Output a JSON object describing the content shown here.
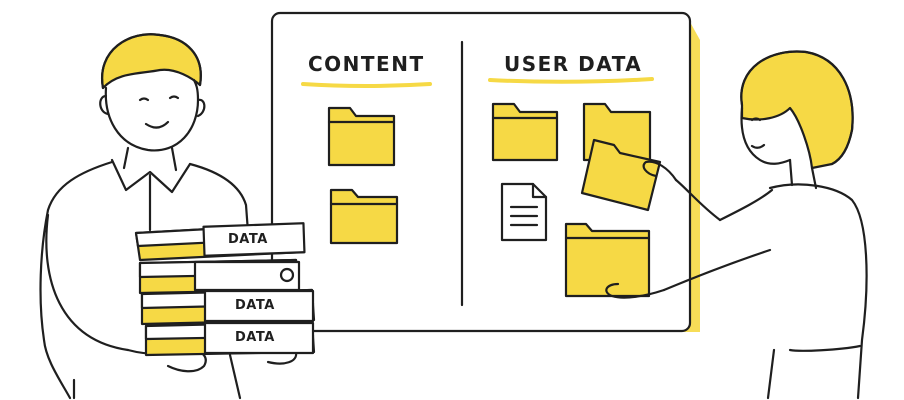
{
  "board": {
    "left_heading": "CONTENT",
    "right_heading": "USER DATA"
  },
  "binders": {
    "labels": [
      "DATA",
      "DATA",
      "DATA"
    ]
  },
  "colors": {
    "accent": "#F6D945",
    "ink": "#1f1f1f",
    "background": "#ffffff"
  },
  "icons": [
    "folder-icon",
    "document-icon",
    "binder-icon"
  ]
}
